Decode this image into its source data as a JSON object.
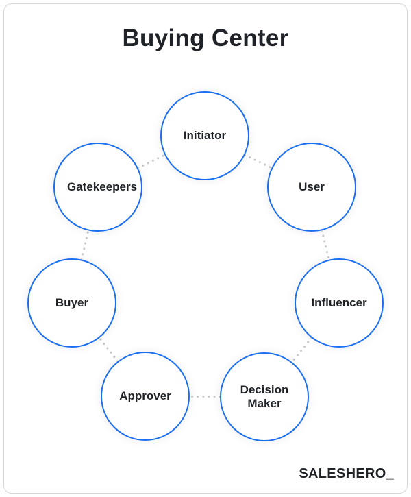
{
  "title": "Buying Center",
  "roles": [
    "Initiator",
    "User",
    "Influencer",
    "Decision Maker",
    "Approver",
    "Buyer",
    "Gatekeepers"
  ],
  "brand": "SALESHERO_",
  "colors": {
    "circle_border": "#1a6ef0",
    "connector": "#c4c8cc",
    "text": "#1f2328"
  }
}
